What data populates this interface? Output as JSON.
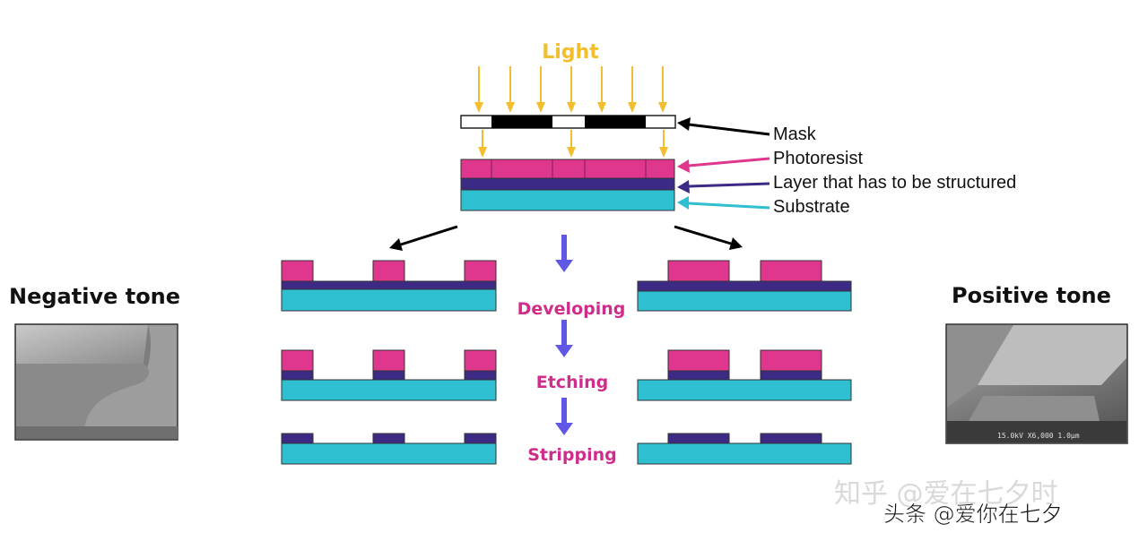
{
  "colors": {
    "light": "#F2BE2E",
    "photoresist": "#E0378E",
    "layer": "#3D2A85",
    "substrate": "#2EBFD1",
    "mask_dark": "#000000",
    "step_text": "#CF2D8B",
    "step_arrow": "#6057E6",
    "outline": "#222222"
  },
  "top": {
    "light_label": "Light",
    "labels": {
      "mask": "Mask",
      "photoresist": "Photoresist",
      "layer": "Layer that has to be structured",
      "substrate": "Substrate"
    }
  },
  "sides": {
    "negative": "Negative tone",
    "positive": "Positive tone"
  },
  "steps": [
    "Developing",
    "Etching",
    "Stripping"
  ],
  "watermark": {
    "line1": "知乎 @爱在七夕时",
    "line2": "头条 @爱你在七夕"
  },
  "icons": [
    "light-arrow-icon",
    "pointer-arrow-icon",
    "step-down-arrow-icon"
  ]
}
